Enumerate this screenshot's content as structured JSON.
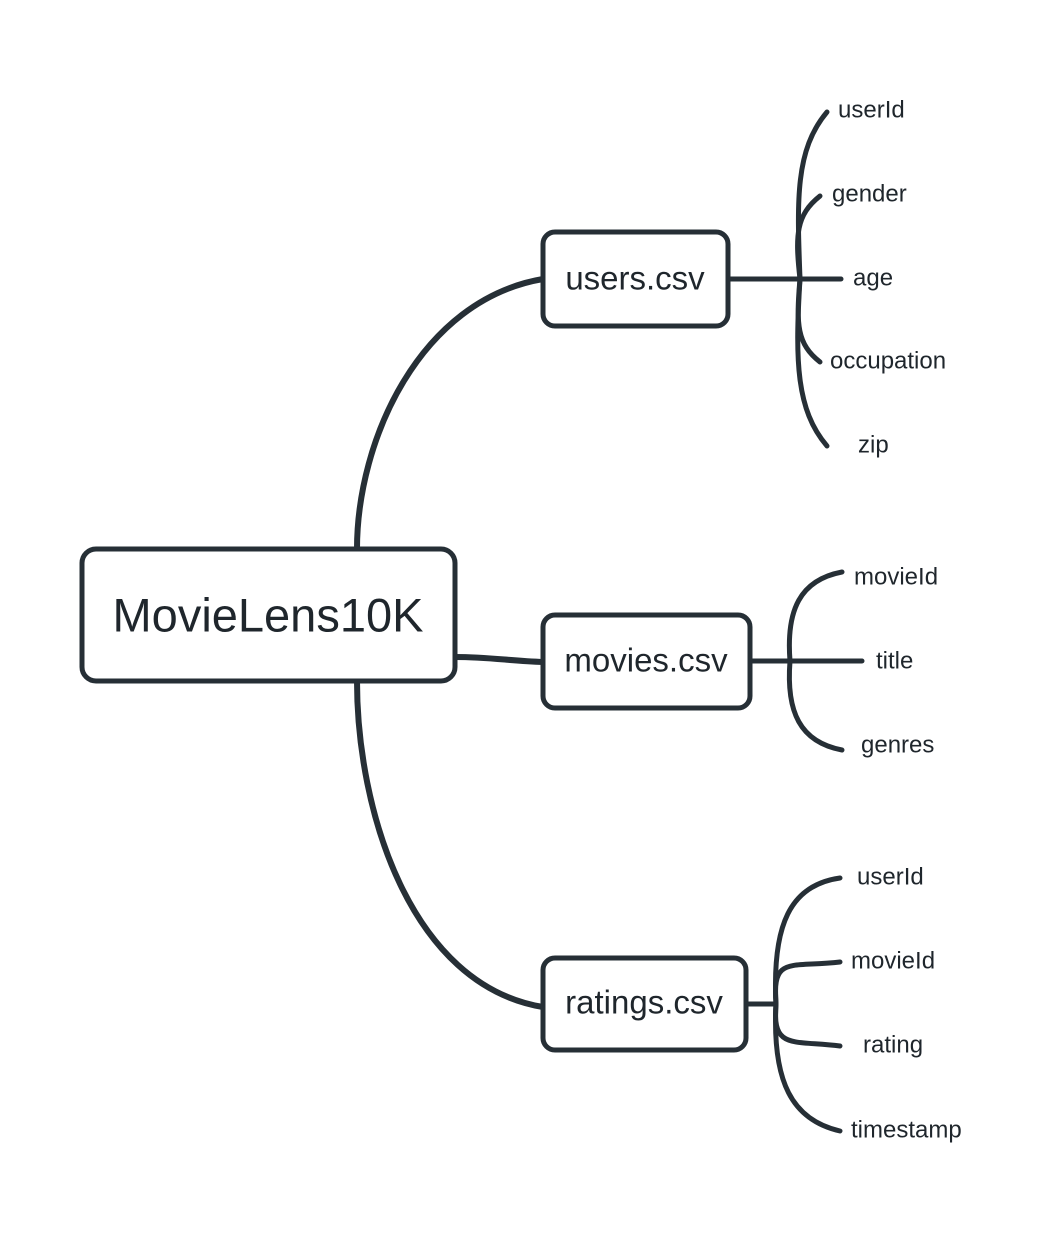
{
  "diagram": {
    "type": "mindmap",
    "title": "MovieLens10K",
    "stroke_color": "#262f36",
    "text_color": "#1f262c",
    "background_color": "#ffffff"
  },
  "root": {
    "label": "MovieLens10K"
  },
  "branches": [
    {
      "id": "users",
      "label": "users.csv",
      "leaves": [
        {
          "label": "userId"
        },
        {
          "label": "gender"
        },
        {
          "label": "age"
        },
        {
          "label": "occupation"
        },
        {
          "label": "zip"
        }
      ]
    },
    {
      "id": "movies",
      "label": "movies.csv",
      "leaves": [
        {
          "label": "movieId"
        },
        {
          "label": "title"
        },
        {
          "label": "genres"
        }
      ]
    },
    {
      "id": "ratings",
      "label": "ratings.csv",
      "leaves": [
        {
          "label": "userId"
        },
        {
          "label": "movieId"
        },
        {
          "label": "rating"
        },
        {
          "label": "timestamp"
        }
      ]
    }
  ]
}
